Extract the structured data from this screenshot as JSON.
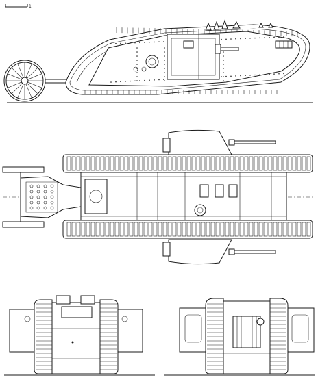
{
  "drawing": {
    "ink_color": "#1a1a1a",
    "paper_color": "#ffffff",
    "scale_bar_tick_label": "1"
  },
  "views": [
    {
      "id": "side-elevation"
    },
    {
      "id": "plan-view"
    },
    {
      "id": "front-elevation"
    },
    {
      "id": "rear-elevation"
    }
  ]
}
